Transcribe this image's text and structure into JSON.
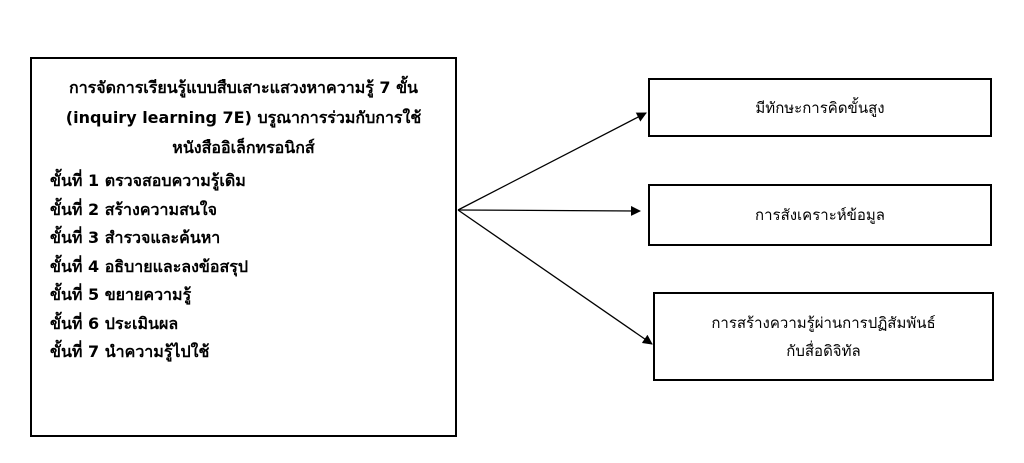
{
  "main_box": {
    "title_lines": [
      "การจัดการเรียนรู้แบบสืบเสาะแสวงหาความรู้ 7 ขั้น",
      "(inquiry learning 7E) บรูณาการร่วมกับการใช้",
      "หนังสืออิเล็กทรอนิกส์"
    ],
    "steps": [
      "ขั้นที่ 1 ตรวจสอบความรู้เดิม",
      "ขั้นที่ 2 สร้างความสนใจ",
      "ขั้นที่ 3 สำรวจและค้นหา",
      "ขั้นที่ 4 อธิบายและลงข้อสรุป",
      "ขั้นที่ 5 ขยายความรู้",
      "ขั้นที่ 6 ประเมินผล",
      "ขั้นที่ 7 นำความรู้ไปใช้"
    ]
  },
  "outcomes": [
    {
      "lines": [
        "มีทักษะการคิดขั้นสูง"
      ]
    },
    {
      "lines": [
        "การสังเคราะห์ข้อมูล"
      ]
    },
    {
      "lines": [
        "การสร้างความรู้ผ่านการปฏิสัมพันธ์",
        "กับสื่อดิจิทัล"
      ]
    }
  ]
}
